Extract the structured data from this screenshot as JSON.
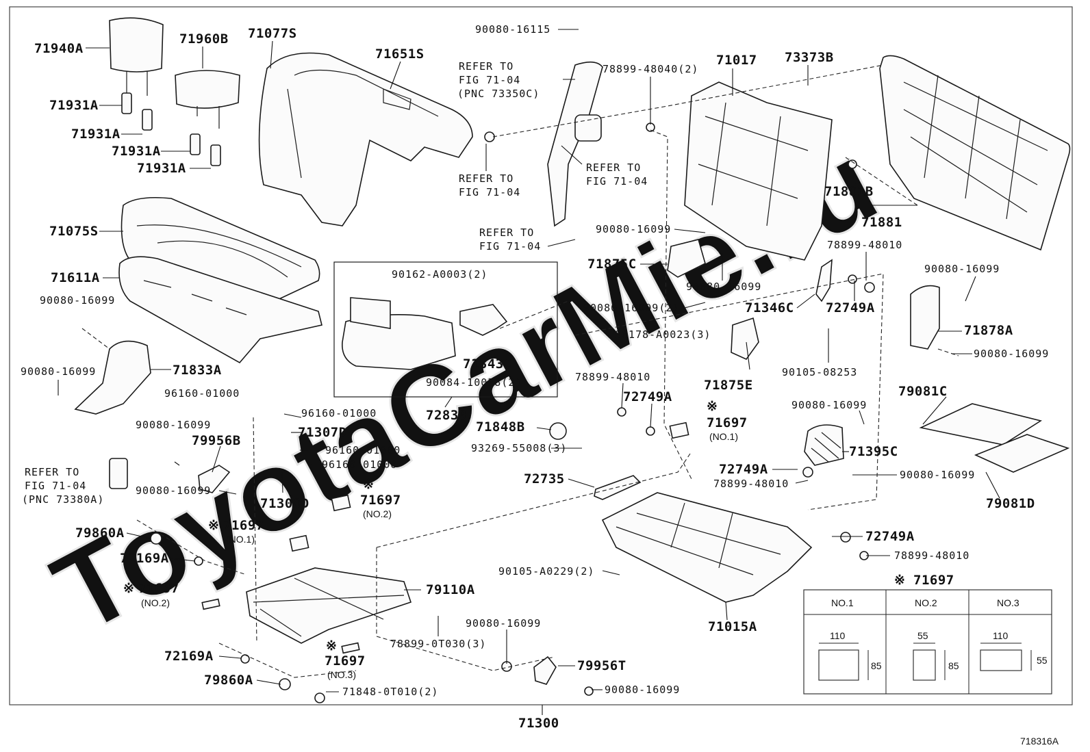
{
  "watermark": "ToyotaCarMie.ru",
  "diagram_id": "718316A",
  "parts": [
    {
      "label": "71940A"
    },
    {
      "label": "71960B"
    },
    {
      "label": "71077S"
    },
    {
      "label": "71651S"
    },
    {
      "label": "71931A"
    },
    {
      "label": "71931A"
    },
    {
      "label": "71931A"
    },
    {
      "label": "71931A"
    },
    {
      "label": "71075S"
    },
    {
      "label": "71611A"
    },
    {
      "label": "90080-16099"
    },
    {
      "label": "90080-16099"
    },
    {
      "label": "71833A"
    },
    {
      "label": "96160-01000"
    },
    {
      "label": "96160-01000"
    },
    {
      "label": "71307D"
    },
    {
      "label": "96160-01000"
    },
    {
      "label": "96160-01000"
    },
    {
      "label": "90080-16099"
    },
    {
      "label": "79956B"
    },
    {
      "label": "90080-16099"
    },
    {
      "label": "71308D"
    },
    {
      "label": "79860A"
    },
    {
      "label": "72169A"
    },
    {
      "label": "72169A"
    },
    {
      "label": "79860A"
    },
    {
      "label": "79110A"
    },
    {
      "label": "78899-0T030(3)"
    },
    {
      "label": "71848-0T010(2)"
    },
    {
      "label": "90080-16099"
    },
    {
      "label": "79956T"
    },
    {
      "label": "90080-16099"
    },
    {
      "label": "71300"
    },
    {
      "label": "90080-16115"
    },
    {
      "label": "90162-A0003(2)"
    },
    {
      "label": "71343C"
    },
    {
      "label": "90084-10038(2)"
    },
    {
      "label": "72830"
    },
    {
      "label": "78899-48040(2)"
    },
    {
      "label": "71017"
    },
    {
      "label": "73373B"
    },
    {
      "label": "90080-16099"
    },
    {
      "label": "71875C"
    },
    {
      "label": "90080-16099"
    },
    {
      "label": "90080-16099(2)"
    },
    {
      "label": "90178-A0023(3)"
    },
    {
      "label": "71875E"
    },
    {
      "label": "71346C"
    },
    {
      "label": "78899-48010"
    },
    {
      "label": "72749A"
    },
    {
      "label": "90105-08253"
    },
    {
      "label": "71881B"
    },
    {
      "label": "71881"
    },
    {
      "label": "90080-16099"
    },
    {
      "label": "71878A"
    },
    {
      "label": "90080-16099"
    },
    {
      "label": "78899-48010"
    },
    {
      "label": "72749A"
    },
    {
      "label": "71848B"
    },
    {
      "label": "93269-55008(3)"
    },
    {
      "label": "72735"
    },
    {
      "label": "90080-16099"
    },
    {
      "label": "71395C"
    },
    {
      "label": "72749A"
    },
    {
      "label": "78899-48010"
    },
    {
      "label": "90080-16099"
    },
    {
      "label": "79081C"
    },
    {
      "label": "79081D"
    },
    {
      "label": "72749A"
    },
    {
      "label": "78899-48010"
    },
    {
      "label": "90105-A0229(2)"
    },
    {
      "label": "71015A"
    }
  ],
  "marked_parts": [
    {
      "mark": "※",
      "label": "71697",
      "note": "(NO.1)"
    },
    {
      "mark": "※",
      "label": "71697",
      "note": "(NO.2)"
    },
    {
      "mark": "※",
      "label": "71697",
      "note": "(NO.1)"
    },
    {
      "mark": "※",
      "label": "71697",
      "note": "(NO.2)"
    },
    {
      "mark": "※",
      "label": "71697",
      "note": "(NO.3)"
    }
  ],
  "refer_notes": [
    {
      "lines": [
        "REFER TO",
        "FIG 71-04",
        "(PNC 73350C)"
      ]
    },
    {
      "lines": [
        "REFER TO",
        "FIG 71-04"
      ]
    },
    {
      "lines": [
        "REFER TO",
        "FIG 71-04"
      ]
    },
    {
      "lines": [
        "REFER TO",
        "FIG 71-04"
      ]
    },
    {
      "lines": [
        "REFER TO",
        "FIG 71-04",
        "(PNC 73380A)"
      ]
    }
  ],
  "size_table": {
    "mark": "※",
    "title": "71697",
    "columns": [
      {
        "header": "NO.1",
        "width": "110",
        "height": "85"
      },
      {
        "header": "NO.2",
        "width": "55",
        "height": "85"
      },
      {
        "header": "NO.3",
        "width": "110",
        "height": "55"
      }
    ]
  }
}
